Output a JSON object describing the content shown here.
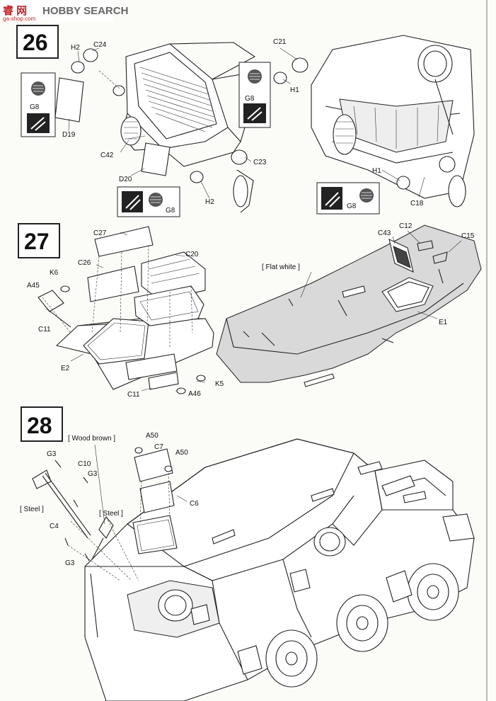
{
  "watermark": {
    "cn_text": "睿 网",
    "brand_text": "HOBBY SEARCH",
    "url_text": "ga-shop.com"
  },
  "steps": [
    {
      "number": "26"
    },
    {
      "number": "27"
    },
    {
      "number": "28"
    }
  ],
  "paint_notes": {
    "flat_white": "[ Flat white ]",
    "wood_brown": "[ Wood brown ]",
    "steel_1": "[ Steel ]",
    "steel_2": "[ Steel ]"
  },
  "parts": {
    "s26": [
      "H2",
      "C24",
      "G8",
      "D19",
      "C42",
      "D20",
      "H2",
      "G8",
      "C23",
      "C21",
      "H1",
      "G8",
      "H1",
      "C18",
      "G8"
    ],
    "s27": [
      "C27",
      "C20",
      "C26",
      "K6",
      "A45",
      "C11",
      "E2",
      "C11",
      "A46",
      "K5",
      "C43",
      "C12",
      "C15",
      "E1"
    ],
    "s28": [
      "G3",
      "C10",
      "G3",
      "C4",
      "G3",
      "A50",
      "C7",
      "A50",
      "C6"
    ]
  }
}
